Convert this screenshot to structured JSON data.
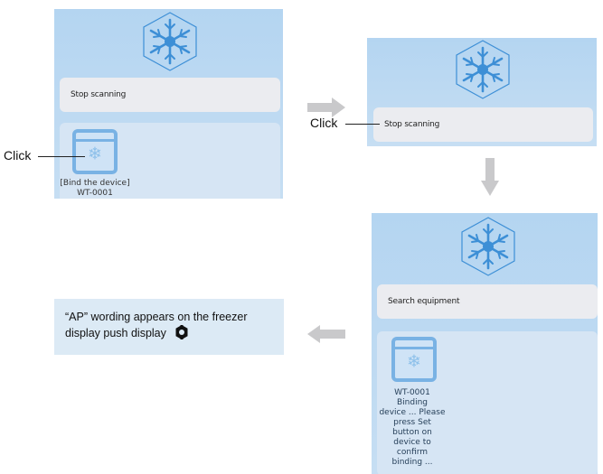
{
  "step1": {
    "app_icon": "snowflake-hexagon-icon",
    "action_bar_label": "Stop scanning",
    "device": {
      "icon": "freezer-device-icon",
      "line1": "[Bind the device]",
      "line2": "WT-0001"
    },
    "callout_label": "Click"
  },
  "step2": {
    "app_icon": "snowflake-hexagon-icon",
    "action_bar_label": "Stop scanning",
    "callout_label": "Click"
  },
  "step3": {
    "app_icon": "snowflake-hexagon-icon",
    "action_bar_label": "Search equipment",
    "device": {
      "icon": "freezer-device-icon",
      "lines": [
        "WT-0001",
        "Binding",
        "device ... Please",
        "press Set",
        "button on",
        "device to",
        "confirm",
        "binding ..."
      ]
    }
  },
  "step4": {
    "note_text": "“AP” wording appears on the freezer display push display",
    "note_icon": "gear-icon"
  },
  "colors": {
    "screen_bg": "#b4d5f1",
    "icon_blue": "#3d8fd6",
    "arrow_gray": "#c9c9cb",
    "note_bg": "#dceaf5"
  }
}
